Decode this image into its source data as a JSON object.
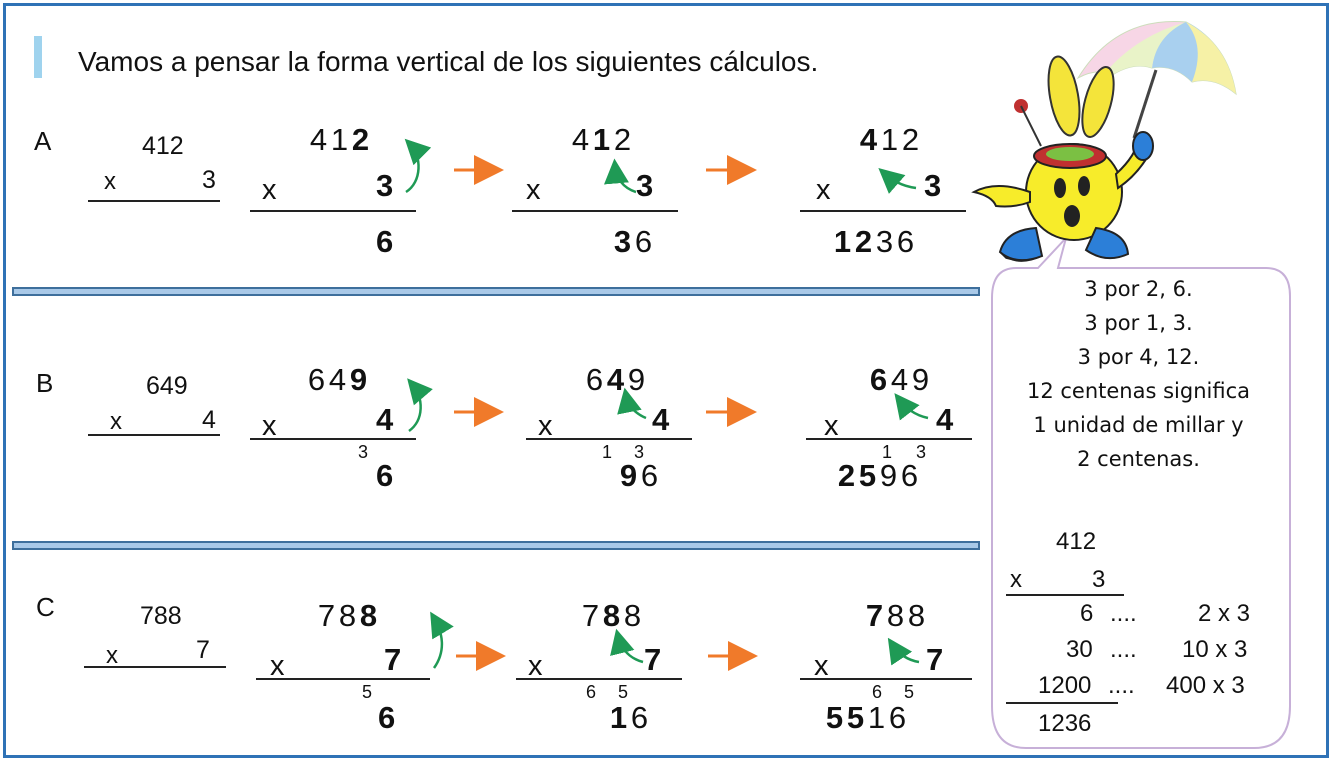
{
  "title": "Vamos a pensar la forma vertical de los siguientes cálculos.",
  "rows": [
    {
      "label": "A",
      "simple": {
        "top": "412",
        "op": "x",
        "mult": "3"
      },
      "step1": {
        "top": [
          "4",
          "1",
          "2"
        ],
        "op": "x",
        "mult": "3",
        "carries": [],
        "result": [
          "6"
        ]
      },
      "step2": {
        "top": [
          "4",
          "1",
          "2"
        ],
        "op": "x",
        "mult": "3",
        "carries": [],
        "result": [
          "3",
          "6"
        ]
      },
      "step3": {
        "top": [
          "4",
          "1",
          "2"
        ],
        "op": "x",
        "mult": "3",
        "carries": [],
        "result": [
          "1",
          "2",
          "3",
          "6"
        ]
      }
    },
    {
      "label": "B",
      "simple": {
        "top": "649",
        "op": "x",
        "mult": "4"
      },
      "step1": {
        "top": [
          "6",
          "4",
          "9"
        ],
        "op": "x",
        "mult": "4",
        "carries": [
          "3"
        ],
        "result": [
          "6"
        ]
      },
      "step2": {
        "top": [
          "6",
          "4",
          "9"
        ],
        "op": "x",
        "mult": "4",
        "carries": [
          "1",
          "3"
        ],
        "result": [
          "9",
          "6"
        ]
      },
      "step3": {
        "top": [
          "6",
          "4",
          "9"
        ],
        "op": "x",
        "mult": "4",
        "carries": [
          "1",
          "3"
        ],
        "result": [
          "2",
          "5",
          "9",
          "6"
        ]
      }
    },
    {
      "label": "C",
      "simple": {
        "top": "788",
        "op": "x",
        "mult": "7"
      },
      "step1": {
        "top": [
          "7",
          "8",
          "8"
        ],
        "op": "x",
        "mult": "7",
        "carries": [
          "5"
        ],
        "result": [
          "6"
        ]
      },
      "step2": {
        "top": [
          "7",
          "8",
          "8"
        ],
        "op": "x",
        "mult": "7",
        "carries": [
          "6",
          "5"
        ],
        "result": [
          "1",
          "6"
        ]
      },
      "step3": {
        "top": [
          "7",
          "8",
          "8"
        ],
        "op": "x",
        "mult": "7",
        "carries": [
          "6",
          "5"
        ],
        "result": [
          "5",
          "5",
          "1",
          "6"
        ]
      }
    }
  ],
  "bubble": {
    "lines": [
      "3 por 2, 6.",
      "3 por 1, 3.",
      "3 por 4, 12.",
      "12 centenas significa",
      "1 unidad de millar y",
      "2 centenas."
    ],
    "calc": {
      "top": "412",
      "op": "x",
      "mult": "3",
      "partials": [
        {
          "value": "6",
          "dots": "....",
          "expr": "2 x 3"
        },
        {
          "value": "30",
          "dots": "....",
          "expr": "10 x 3"
        },
        {
          "value": "1200",
          "dots": "....",
          "expr": "400 x 3"
        }
      ],
      "total": "1236"
    }
  },
  "colors": {
    "frame": "#2f72b6",
    "separator": "#a9c9e8",
    "arrow_orange": "#f07a2a",
    "arrow_green": "#1f9a55",
    "marker": "#9fd3ee"
  }
}
